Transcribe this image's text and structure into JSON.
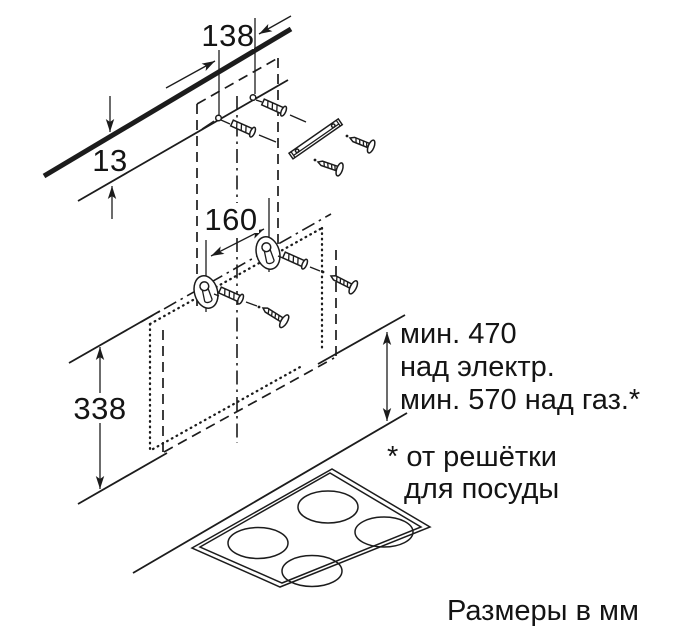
{
  "diagram": {
    "dimensions": {
      "top_hole_spacing": "138",
      "ceiling_offset": "13",
      "keyhole_spacing": "160",
      "hood_body_height": "338"
    },
    "clearance": {
      "line1": "мин. 470",
      "line2": "над электр.",
      "line3": "мин. 570 над газ.*"
    },
    "footnote": {
      "line1": "* от решётки",
      "line2": "для посуды"
    },
    "units_note": "Размеры в мм",
    "colors": {
      "ink": "#1c1c1c",
      "background": "#ffffff"
    }
  }
}
